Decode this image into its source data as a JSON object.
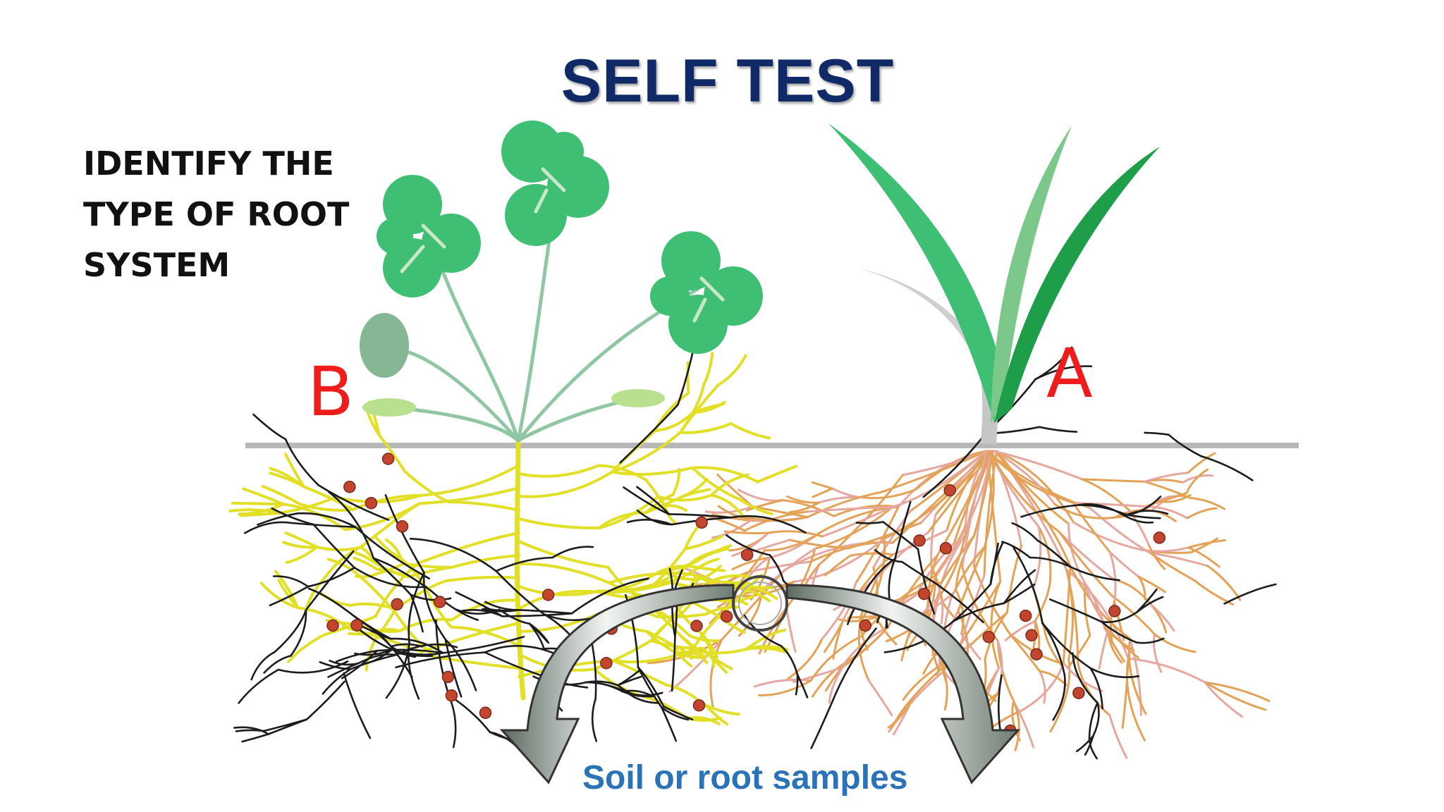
{
  "slide": {
    "title": "SELF TEST",
    "prompt": "IDENTIFY THE\nTYPE OF ROOT\nSYSTEM",
    "label_b": "B",
    "label_a": "A",
    "caption": "Soil or root samples"
  },
  "colors": {
    "title": "#0f2a66",
    "label": "#ef1c1c",
    "caption": "#2a73b8",
    "clover_leaf": "#3fbf74",
    "grass": "#1f9e4a",
    "taproot": "#e2e026",
    "fibrous_root": "#e3a256",
    "nodule": "#c4452d",
    "soil_line": "#b8b8b8"
  },
  "icons": [
    "clover-plant-icon",
    "grass-plant-icon",
    "arrow-down-icon"
  ]
}
